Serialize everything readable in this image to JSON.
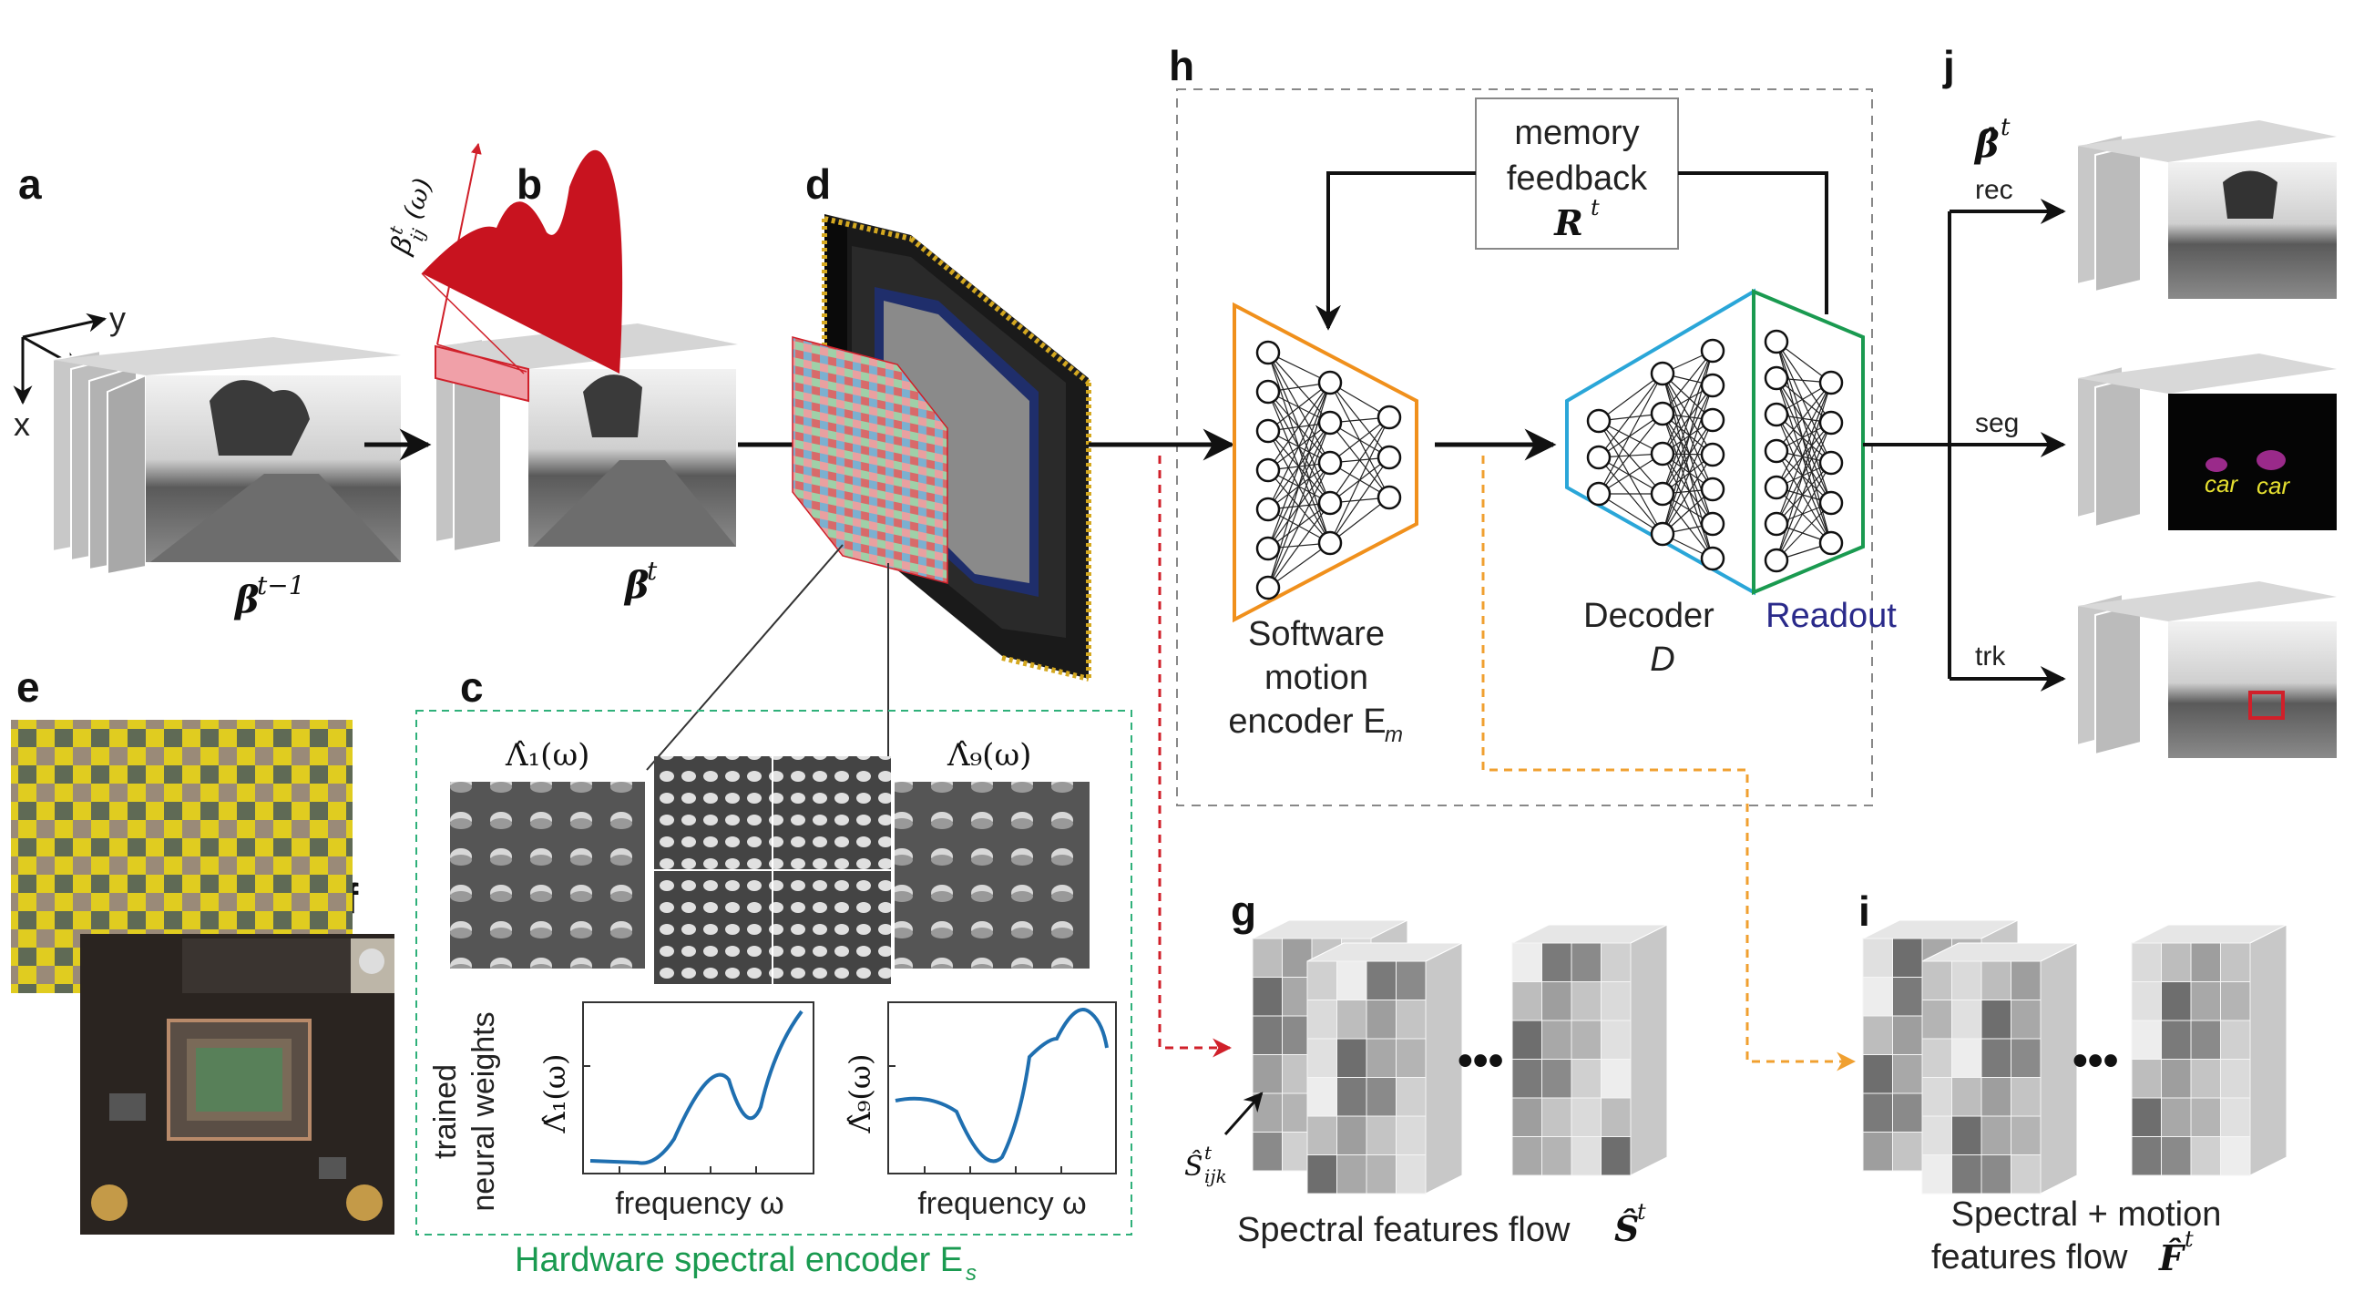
{
  "panel_letters": {
    "a": "a",
    "b": "b",
    "c": "c",
    "d": "d",
    "e": "e",
    "f": "f",
    "g": "g",
    "h": "h",
    "i": "i",
    "j": "j"
  },
  "axes": {
    "y": "y",
    "x": "x",
    "w": "ω"
  },
  "cube_labels": {
    "prev": "β",
    "prev_sup": "t−1",
    "curr": "β",
    "curr_sup": "t",
    "beta_ij": "β",
    "beta_ij_sup": "t",
    "beta_ij_sub": "ij",
    "beta_ij_arg": "(ω)"
  },
  "memory": {
    "line1": "memory",
    "line2": "feedback",
    "line3": "R",
    "line3_sup": "t"
  },
  "encoder": {
    "line1": "Software",
    "line2": "motion",
    "line3": "encoder E",
    "line3_sub": "m"
  },
  "decoder": {
    "line1": "Decoder",
    "line2": "D",
    "readout": "Readout"
  },
  "outputs": {
    "rec": "rec",
    "seg": "seg",
    "trk": "trk",
    "beta_hat": "β̂",
    "beta_hat_sup": "t",
    "car1": "car",
    "car2": "car"
  },
  "panel_c": {
    "lambda1": "Λ̂₁(ω)",
    "lambda9": "Λ̂₉(ω)",
    "trained": "trained",
    "weights": "neural weights",
    "freq1": "frequency ω",
    "freq2": "frequency ω",
    "ylab1": "Λ̂₁(ω)",
    "ylab9": "Λ̂₉(ω)",
    "caption": "Hardware spectral encoder E",
    "caption_sub": "s"
  },
  "panel_g": {
    "caption": "Spectral features flow",
    "caption_sym": "Ŝ",
    "caption_sup": "t",
    "s_label": "Ŝ",
    "s_sup": "t",
    "s_sub": "ijk",
    "dots": "•••"
  },
  "panel_i": {
    "line1": "Spectral + motion",
    "line2": "features flow",
    "sym": "F̂",
    "sup": "t",
    "dots": "•••"
  },
  "colors": {
    "red": "#d0202a",
    "orange": "#f0901c",
    "blue": "#2aa6d8",
    "green": "#1a9a50",
    "navy": "#2a2a8a",
    "curve": "#1f6fb0",
    "teal": "#2fb07a"
  }
}
